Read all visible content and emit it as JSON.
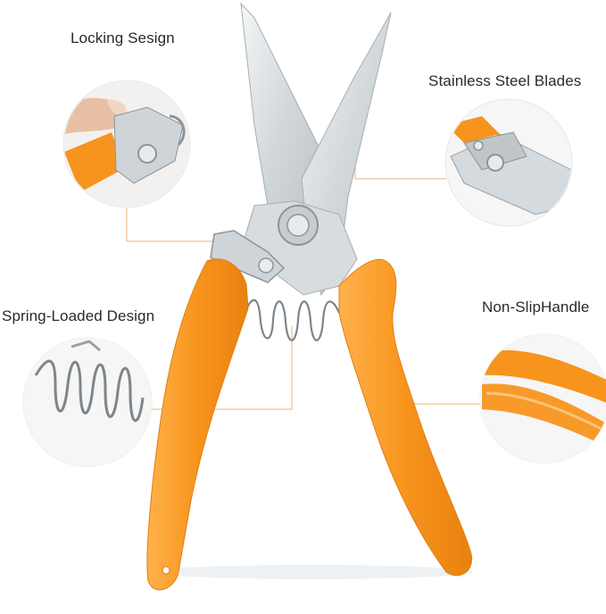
{
  "labels": {
    "locking": "Locking Sesign",
    "blades": "Stainless Steel Blades",
    "spring": "Spring-Loaded Design",
    "handle": "Non-SlipHandle"
  },
  "colors": {
    "handle": "#f79a2a",
    "handle_shadow": "#e07d10",
    "accent_line": "#f0a050",
    "steel": "#d9dde0",
    "steel_dark": "#9aa1a6"
  }
}
